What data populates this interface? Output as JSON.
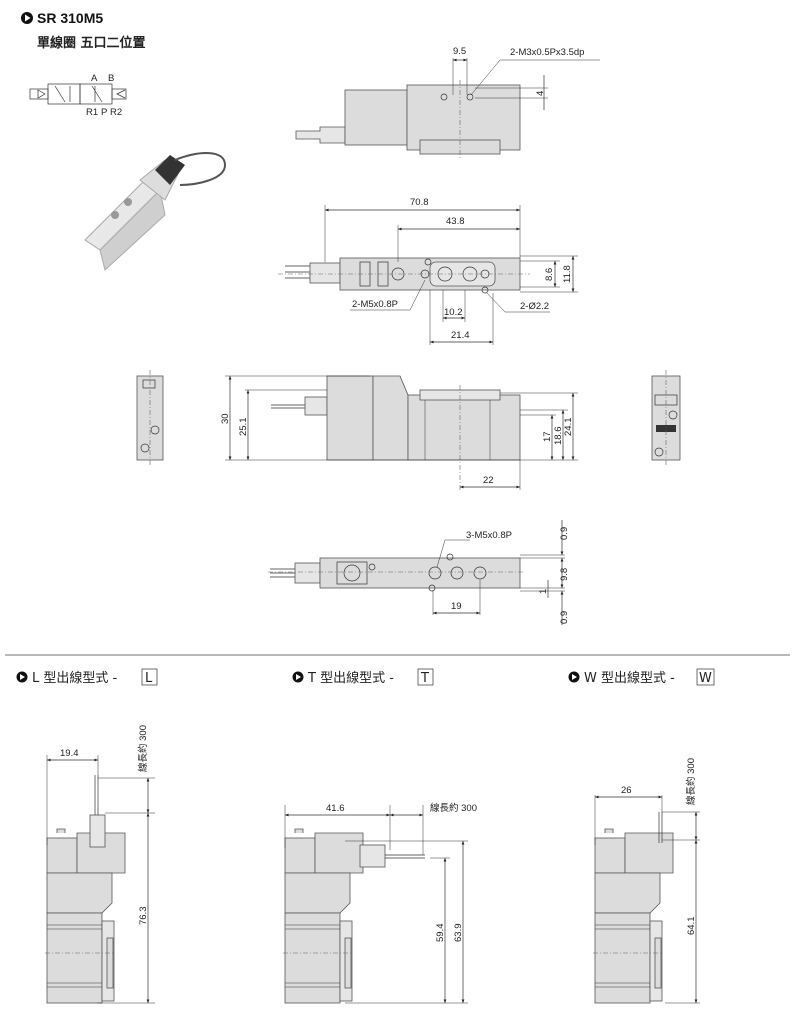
{
  "header": {
    "model": "SR 310M5",
    "subtitle": "單線圈  五口二位置"
  },
  "symbol": {
    "port_a": "A",
    "port_b": "B",
    "port_r1": "R1",
    "port_p": "P",
    "port_r2": "R2"
  },
  "top_view": {
    "dim_9_5": "9.5",
    "thread_note": "2-M3x0.5Px3.5dp",
    "dim_4": "4"
  },
  "plan_view": {
    "dim_70_8": "70.8",
    "dim_43_8": "43.8",
    "dim_8_6": "8.6",
    "dim_11_8": "11.8",
    "port_note": "2-M5x0.8P",
    "hole_note": "2-Ø2.2",
    "dim_10_2": "10.2",
    "dim_21_4": "21.4"
  },
  "front_view": {
    "dim_30": "30",
    "dim_25_1": "25.1",
    "dim_17": "17",
    "dim_18_6": "18.6",
    "dim_24_1": "24.1",
    "dim_22": "22"
  },
  "bottom_view": {
    "port_note": "3-M5x0.8P",
    "dim_0_9_top": "0.9",
    "dim_9_8": "9.8",
    "dim_1": "1",
    "dim_0_9_bottom": "0.9",
    "dim_19": "19"
  },
  "variants": [
    {
      "title": "L 型出線型式 - ",
      "code": "L",
      "dim_width": "19.4",
      "wire_note": "線長約 300",
      "dim_height": "76.3"
    },
    {
      "title": "T 型出線型式 - ",
      "code": "T",
      "dim_width": "41.6",
      "wire_note": "線長約 300",
      "dim_height_a": "59.4",
      "dim_height_b": "63.9"
    },
    {
      "title": "W 型出線型式 - ",
      "code": "W",
      "dim_width": "26",
      "wire_note": "線長約 300",
      "dim_height": "64.1"
    }
  ]
}
